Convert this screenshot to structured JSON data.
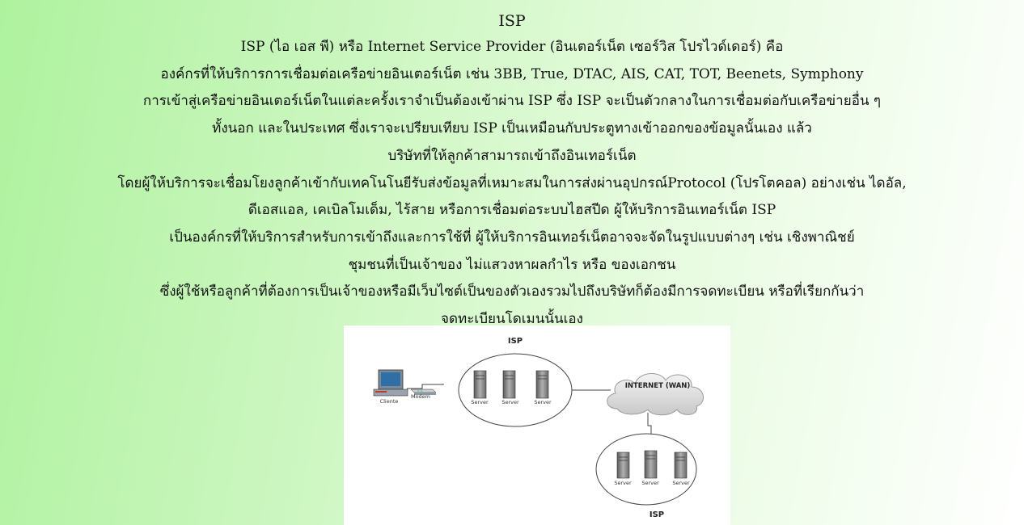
{
  "title": "ISP",
  "lines": [
    "ISP (ไอ เอส พี) หรือ Internet Service Provider (อินเตอร์เน็ต เซอร์วิส โปรไวด์เดอร์) คือ",
    "องค์กรที่ให้บริการการเชื่อมต่อเครือข่ายอินเตอร์เน็ต เช่น 3BB, True, DTAC, AIS, CAT, TOT, Beenets, Symphony",
    "การเข้าสู่เครือข่ายอินเตอร์เน็ตในแต่ละครั้งเราจำเป็นต้องเข้าผ่าน ISP ซึ่ง ISP จะเป็นตัวกลางในการเชื่อมต่อกับเครือข่ายอื่น ๆ",
    "ทั้งนอก และในประเทศ ซึ่งเราจะเปรียบเทียบ ISP เป็นเหมือนกับประตูทางเข้าออกของข้อมูลนั้นเอง แล้ว",
    "บริษัทที่ให้ลูกค้าสามารถเข้าถึงอินเทอร์เน็ต",
    "โดยผู้ให้บริการจะเชื่อมโยงลูกค้าเข้ากับเทคโนโนยีรับส่งข้อมูลที่เหมาะสมในการส่งผ่านอุปกรณ์Protocol (โปรโตคอล) อย่างเช่น ไดอัล,",
    "ดีเอสแอล, เคเบิลโมเด็ม, ไร้สาย หรือการเชื่อมต่อระบบไฮสปีด ผู้ให้บริการอินเทอร์เน็ต ISP",
    "เป็นองค์กรที่ให้บริการสำหรับการเข้าถึงและการใช้ที่  ผู้ให้บริการอินเทอร์เน็ตอาจจะจัดในรูปแบบต่างๆ เช่น เชิงพาณิชย์",
    "ชุมชนที่เป็นเจ้าของ  ไม่แสวงหาผลกำไร หรือ ของเอกชน",
    "ซึ่งผู้ใช้หรือลูกค้าที่ต้องการเป็นเจ้าของหรือมีเว็บไซต์เป็นของตัวเองรวมไปถึงบริษัทก็ต้องมีการจดทะเบียน หรือที่เรียกกันว่า",
    "จดทะเบียนโดเมนนั้นเอง"
  ],
  "diagram": {
    "isp_top_label": "ISP",
    "isp_bottom_label": "ISP",
    "internet_label": "INTERNET (WAN)",
    "client_label": "Cliente",
    "modem_label": "Modem",
    "server_label": "Server"
  },
  "colors": {
    "background_start": "#aef29e",
    "background_end": "#ffffff",
    "text": "#111111"
  }
}
